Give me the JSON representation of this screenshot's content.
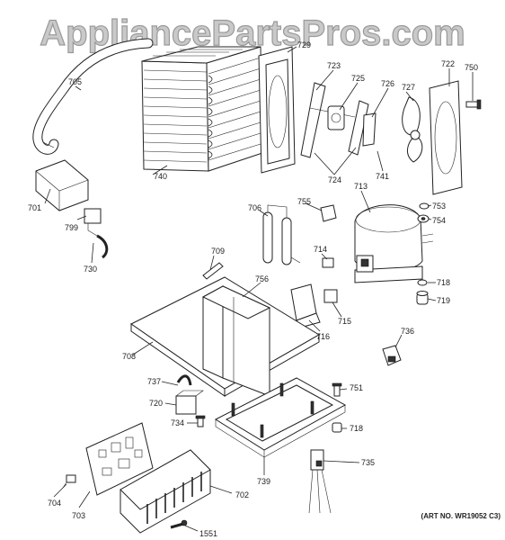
{
  "watermark": "AppliancePartsPros.com",
  "art_number": "(ART NO. WR19052 C3)",
  "part_labels": {
    "p729": "729",
    "p723": "723",
    "p725": "725",
    "p726": "726",
    "p727": "727",
    "p722": "722",
    "p750": "750",
    "p705": "705",
    "p740": "740",
    "p724": "724",
    "p741": "741",
    "p701": "701",
    "p706": "706",
    "p755": "755",
    "p713": "713",
    "p753": "753",
    "p754": "754",
    "p799": "799",
    "p730": "730",
    "p709": "709",
    "p714": "714",
    "p756": "756",
    "p718a": "718",
    "p719": "719",
    "p715": "715",
    "p716": "716",
    "p708": "708",
    "p736": "736",
    "p737": "737",
    "p751": "751",
    "p720": "720",
    "p734": "734",
    "p718b": "718",
    "p735": "735",
    "p704": "704",
    "p739": "739",
    "p703": "703",
    "p702": "702",
    "p1551": "1551"
  }
}
